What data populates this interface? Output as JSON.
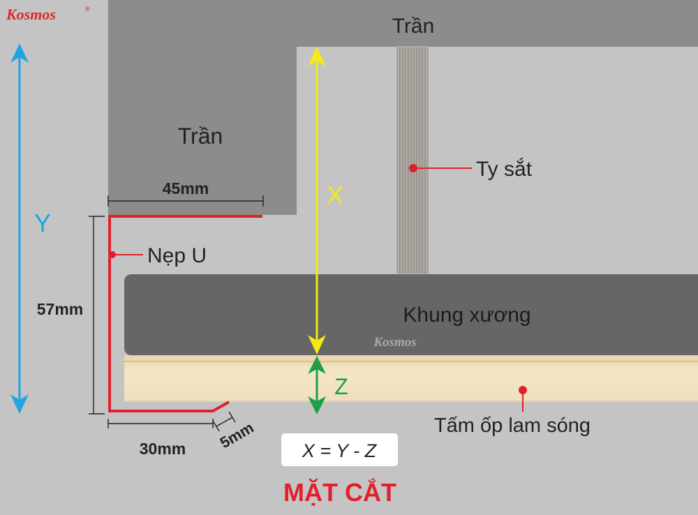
{
  "brand": {
    "logo_text": "Kosmos",
    "color": "#d42a2a"
  },
  "labels": {
    "ceiling_top": "Trần",
    "ceiling_left": "Trần",
    "rod": "Ty sắt",
    "frame": "Khung xương",
    "frame_logo": "Kosmos",
    "u_trim": "Nẹp U",
    "panel": "Tấm ốp lam sóng",
    "axis_x": "X",
    "axis_y": "Y",
    "axis_z": "Z",
    "formula": "X = Y - Z",
    "title": "MẶT CẮT"
  },
  "dimensions": {
    "top_width": "45mm",
    "height": "57mm",
    "bottom_width": "30mm",
    "lip": "5mm"
  },
  "colors": {
    "background": "#c4c4c4",
    "ceiling": "#8c8c8c",
    "frame": "#666666",
    "panel": "#ecdcbc",
    "rod": "#a8a29c",
    "trim": "#e0202a",
    "axis_x": "#f5ea14",
    "axis_y": "#1fa6e0",
    "axis_z": "#1e9e46",
    "title": "#e0202a"
  }
}
